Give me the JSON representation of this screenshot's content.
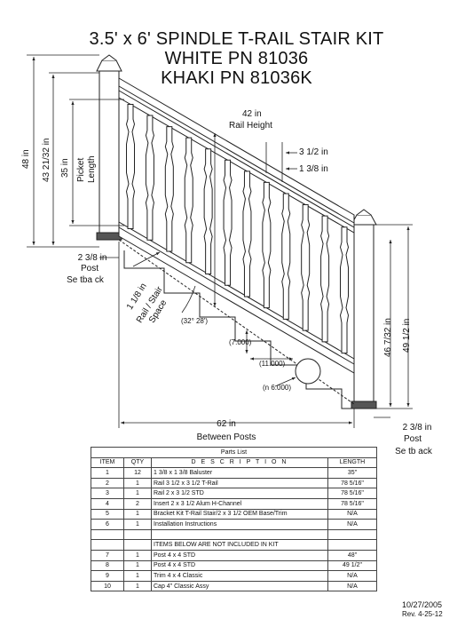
{
  "title": {
    "line1": "3.5' x 6' SPINDLE T-RAIL STAIR KIT",
    "line2": "WHITE PN 81036",
    "line3": "KHAKI PN 81036K"
  },
  "dims": {
    "overall_height": "48 in",
    "post_height": "43 21/32 in",
    "picket_length": [
      "35 in",
      "Picket",
      "Length"
    ],
    "rail_height": [
      "42 in",
      "Rail Height"
    ],
    "rail_width": "3 1/2 in",
    "baluster_width": "1 3/8 in",
    "post_setback_left": [
      "2 3/8 in",
      "Post",
      "Se tba ck"
    ],
    "rail_stair_space": [
      "1 1/8 in",
      "Rail / Stair",
      "Space"
    ],
    "angle": "(32° 28')",
    "rise": "(7.000)",
    "run": "(11.000)",
    "nosing": "(n 6.000)",
    "right_post_mid": "46 7/32 in",
    "right_post_total": "49 1/2 in",
    "between_posts": [
      "62 in",
      "Between Posts"
    ],
    "post_setback_right": [
      "2 3/8 in",
      "Post",
      "Se tb ack"
    ]
  },
  "parts": {
    "caption": "Parts List",
    "headers": [
      "ITEM",
      "QTY",
      "D E S C R I P T I O N",
      "LENGTH"
    ],
    "rows": [
      [
        "1",
        "12",
        "1 3/8 x 1 3/8 Baluster",
        "35\""
      ],
      [
        "2",
        "1",
        "Rail 3 1/2 x 3 1/2 T-Rail",
        "78 5/16\""
      ],
      [
        "3",
        "1",
        "Rail 2 x 3 1/2 STD",
        "78 5/16\""
      ],
      [
        "4",
        "2",
        "Insert 2 x 3 1/2 Alum H-Channel",
        "78 5/16\""
      ],
      [
        "5",
        "1",
        "Bracket Kit T-Rail Stair/2 x 3 1/2 OEM Base/Trim",
        "N/A"
      ],
      [
        "6",
        "1",
        "Installation Instructions",
        "N/A"
      ],
      [
        "",
        "",
        "",
        ""
      ],
      [
        "",
        "",
        "ITEMS BELOW ARE NOT INCLUDED IN KIT",
        ""
      ],
      [
        "7",
        "1",
        "Post 4 x 4 STD",
        "48\""
      ],
      [
        "8",
        "1",
        "Post 4 x 4 STD",
        "49 1/2\""
      ],
      [
        "9",
        "1",
        "Trim 4 x 4 Classic",
        "N/A"
      ],
      [
        "10",
        "1",
        "Cap 4\" Classic Assy",
        "N/A"
      ]
    ]
  },
  "footer": {
    "date": "10/27/2005",
    "rev": "Rev. 4-25-12"
  }
}
